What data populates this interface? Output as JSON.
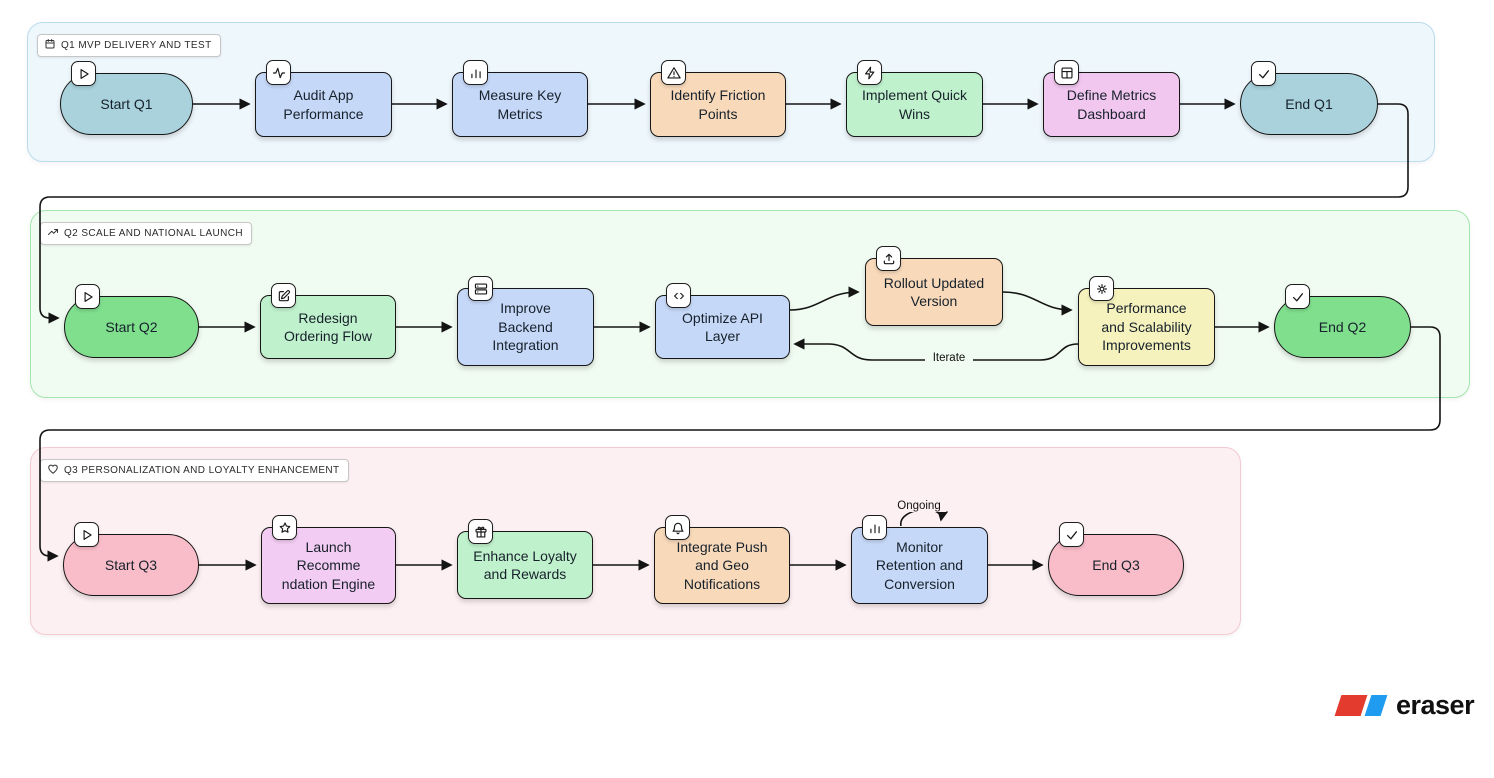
{
  "brand": {
    "logo_text": "eraser"
  },
  "groups": {
    "q1": {
      "label": "Q1 MVP DELIVERY AND TEST",
      "icon": "calendar-icon",
      "bg": "#eef7fc",
      "border": "#badcef"
    },
    "q2": {
      "label": "Q2 SCALE AND NATIONAL LAUNCH",
      "icon": "trending-up-icon",
      "bg": "#f0fbf1",
      "border": "#a5e5ae"
    },
    "q3": {
      "label": "Q3 PERSONALIZATION AND LOYALTY ENHANCEMENT",
      "icon": "heart-icon",
      "bg": "#fdf0f3",
      "border": "#f3c9d2"
    }
  },
  "nodes": {
    "start_q1": {
      "label": "Start Q1",
      "icon": "play-icon",
      "color": "#a9d2dc"
    },
    "audit": {
      "label": "Audit App\nPerformance",
      "icon": "activity-icon",
      "color": "#c6d8f8"
    },
    "measure": {
      "label": "Measure Key\nMetrics",
      "icon": "bar-chart-icon",
      "color": "#c6d8f8"
    },
    "identify": {
      "label": "Identify Friction\nPoints",
      "icon": "alert-triangle-icon",
      "color": "#f8d9ba"
    },
    "implement": {
      "label": "Implement Quick\nWins",
      "icon": "zap-icon",
      "color": "#c0f1cd"
    },
    "define": {
      "label": "Define Metrics\nDashboard",
      "icon": "dashboard-icon",
      "color": "#f1c6ef"
    },
    "end_q1": {
      "label": "End Q1",
      "icon": "check-icon",
      "color": "#a9d2dc"
    },
    "start_q2": {
      "label": "Start Q2",
      "icon": "play-icon",
      "color": "#7fdf8d"
    },
    "redesign": {
      "label": "Redesign\nOrdering Flow",
      "icon": "edit-icon",
      "color": "#c0f1cd"
    },
    "improve": {
      "label": "Improve\nBackend\nIntegration",
      "icon": "server-icon",
      "color": "#c6d8f8"
    },
    "optimize": {
      "label": "Optimize API\nLayer",
      "icon": "code-icon",
      "color": "#c6d8f8"
    },
    "rollout": {
      "label": "Rollout Updated\nVersion",
      "icon": "upload-icon",
      "color": "#f8d9ba"
    },
    "performance": {
      "label": "Performance\nand Scalability\nImprovements",
      "icon": "gear-icon",
      "color": "#f6f2bd"
    },
    "end_q2": {
      "label": "End Q2",
      "icon": "check-icon",
      "color": "#7fdf8d"
    },
    "start_q3": {
      "label": "Start Q3",
      "icon": "play-icon",
      "color": "#f9bdc9"
    },
    "launch": {
      "label": "Launch\nRecomme\nndation Engine",
      "icon": "star-icon",
      "color": "#f3ccf3"
    },
    "enhance": {
      "label": "Enhance Loyalty\nand Rewards",
      "icon": "gift-icon",
      "color": "#c0f1cd"
    },
    "integrate": {
      "label": "Integrate Push\nand Geo\nNotifications",
      "icon": "bell-icon",
      "color": "#f8d9ba"
    },
    "monitor": {
      "label": "Monitor\nRetention and\nConversion",
      "icon": "bar-chart-icon",
      "color": "#c6d8f8"
    },
    "end_q3": {
      "label": "End Q3",
      "icon": "check-icon",
      "color": "#f9bdc9"
    }
  },
  "edge_labels": {
    "iterate": "Iterate",
    "ongoing": "Ongoing"
  }
}
